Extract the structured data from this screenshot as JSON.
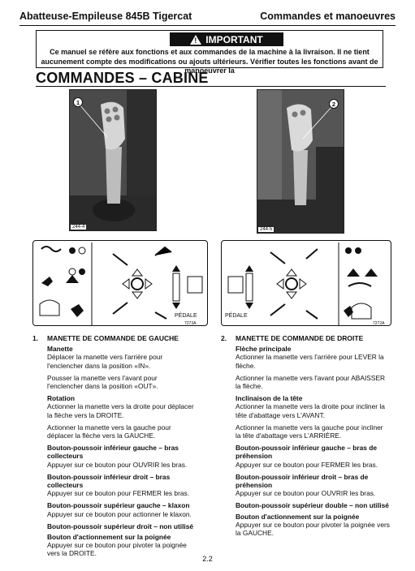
{
  "header": {
    "left": "Abatteuse-Empileuse 845B Tigercat",
    "right": "Commandes et manoeuvres"
  },
  "important": {
    "label": "IMPORTANT",
    "text": "Ce manuel se réfère aux fonctions et aux commandes de la machine à la livraison. Il ne tient aucunement compte des modifications ou ajouts ultérieurs. Vérifier toutes les fonctions avant de manoeuvrer la"
  },
  "title": "COMMANDES – CABINE",
  "photos": [
    {
      "callout": "1",
      "label": "244-4"
    },
    {
      "callout": "2",
      "label": "244-5"
    }
  ],
  "diagrams": [
    {
      "pedal": "PÉDALE",
      "fig": "7273A"
    },
    {
      "pedal": "PÉDALE",
      "fig": "7272A"
    }
  ],
  "left_section": {
    "number": "1.",
    "title": "MANETTE DE COMMANDE DE GAUCHE",
    "items": [
      {
        "heading": "Manette",
        "paras": [
          "Déplacer la manette vers l'arrière pour l'enclencher dans la position «IN».",
          "Pousser la manette vers l'avant pour l'enclencher dans la position «OUT»."
        ]
      },
      {
        "heading": "Rotation",
        "paras": [
          "Actionner la manette vers la droite pour déplacer la flèche vers la DROITE.",
          "Actionner la manette vers la gauche pour déplacer la flèche vers la GAUCHE."
        ]
      },
      {
        "heading": "Bouton-poussoir inférieur gauche – bras collecteurs",
        "paras": [
          "Appuyer sur ce bouton pour OUVRIR les bras."
        ]
      },
      {
        "heading": "Bouton-poussoir inférieur droit – bras collecteurs",
        "paras": [
          "Appuyer sur ce bouton pour FERMER les bras."
        ]
      },
      {
        "heading": "Bouton-poussoir supérieur gauche – klaxon",
        "paras": [
          "Appuyer sur ce bouton pour actionner le klaxon."
        ]
      },
      {
        "heading": "Bouton-poussoir supérieur droit – non utilisé",
        "paras": []
      },
      {
        "heading": "Bouton d'actionnement sur la poignée",
        "paras": [
          "Appuyer sur ce bouton pour pivoter la poignée vers la DROITE."
        ]
      }
    ]
  },
  "right_section": {
    "number": "2.",
    "title": "MANETTE DE COMMANDE DE DROITE",
    "items": [
      {
        "heading": "Flèche principale",
        "paras": [
          "Actionner la manette vers l'arrière pour LEVER la flèche.",
          "Actionner la manette vers l'avant pour ABAISSER la flèche."
        ]
      },
      {
        "heading": "Inclinaison de la tête",
        "paras": [
          "Actionner la manette vers la droite pour incliner la tête d'abattage vers L'AVANT.",
          "Actionner la manette vers la gauche pour incliner la tête d'abattage vers L'ARRIÈRE."
        ]
      },
      {
        "heading": "Bouton-poussoir inférieur gauche – bras de préhension",
        "paras": [
          "Appuyer sur ce bouton pour FERMER les bras."
        ]
      },
      {
        "heading": "Bouton-poussoir inférieur droit – bras de préhension",
        "paras": [
          "Appuyer sur ce bouton pour OUVRIR les bras."
        ]
      },
      {
        "heading": "Bouton-poussoir supérieur double – non utilisé",
        "paras": []
      },
      {
        "heading": "Bouton d'actionnement sur la poignée",
        "paras": [
          "Appuyer sur ce bouton pour pivoter la poignée vers la GAUCHE."
        ]
      }
    ]
  },
  "page_number": "2.2"
}
